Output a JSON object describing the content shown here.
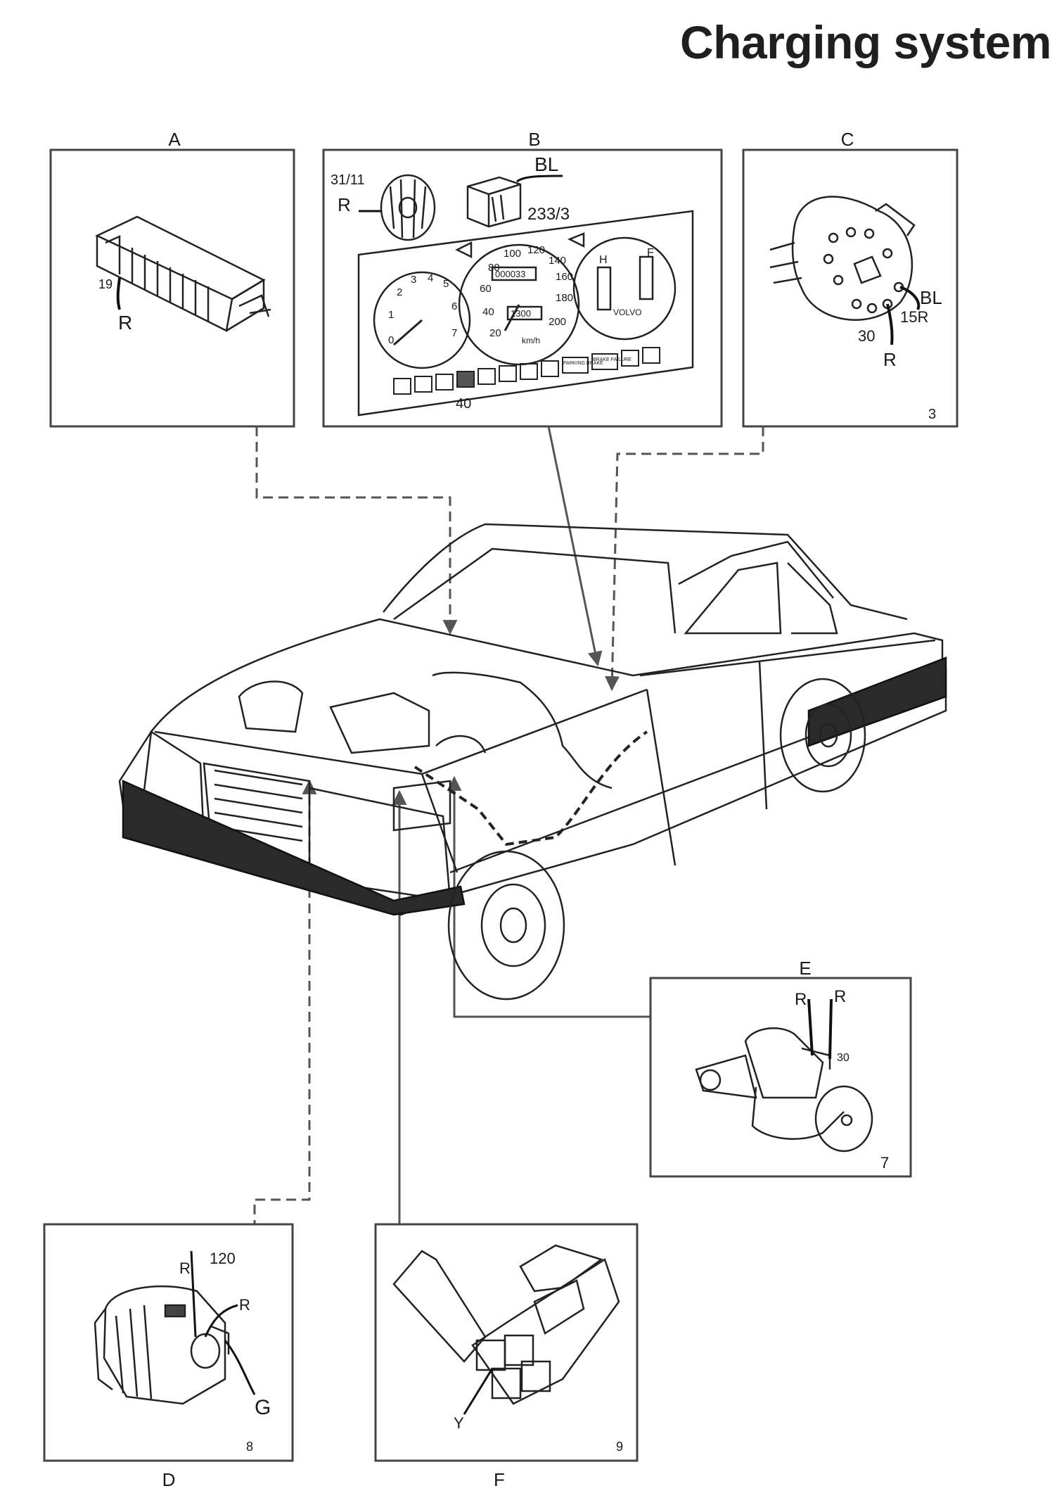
{
  "title": "Charging system",
  "panels": {
    "A": {
      "letter": "A",
      "labels": {
        "pin": "19",
        "wire": "R"
      }
    },
    "B": {
      "letter": "B",
      "labels": {
        "plug": "31/11",
        "plug_wire": "R",
        "wire": "BL",
        "relay": "233/3",
        "lamp": "40",
        "speedo": [
          "20",
          "40",
          "60",
          "80",
          "100",
          "120",
          "140",
          "160",
          "180",
          "200"
        ],
        "tach": [
          "0",
          "1",
          "2",
          "3",
          "4",
          "5",
          "6",
          "7"
        ],
        "odometer": "000033",
        "trip": "1300",
        "unit": "km/h",
        "gauge_h": "H",
        "gauge_f": "F",
        "brand": "VOLVO",
        "parking": "PARKING BRAKE",
        "brake": "BRAKE FAILURE"
      }
    },
    "C": {
      "letter": "C",
      "number": "3",
      "labels": {
        "wire_bl": "BL",
        "term_15": "15R",
        "term_30": "30",
        "wire_r": "R"
      }
    },
    "D": {
      "letter": "D",
      "number": "8",
      "labels": {
        "wire_r1": "R",
        "size": "120",
        "wire_r2": "R",
        "wire_g": "G"
      }
    },
    "E": {
      "letter": "E",
      "number": "7",
      "labels": {
        "wire_r1": "R",
        "wire_r2": "R",
        "term": "30"
      }
    },
    "F": {
      "letter": "F",
      "number": "9",
      "labels": {
        "wire_y": "Y"
      }
    }
  }
}
